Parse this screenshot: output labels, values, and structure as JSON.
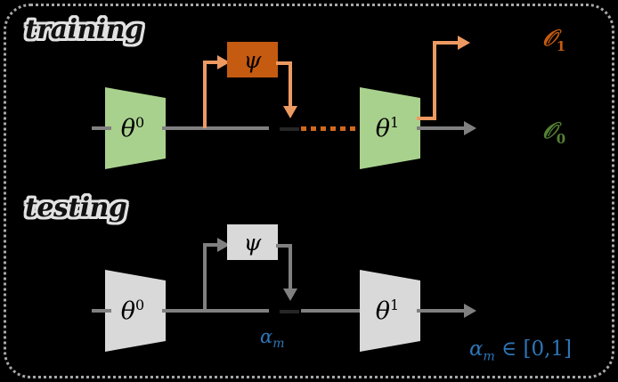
{
  "figure": {
    "background_color": "#000000",
    "frame_color": "#a8a8a8"
  },
  "colors": {
    "green_block": "#a9d18e",
    "gray_block": "#d9d9d9",
    "orange_block": "#c55a11",
    "orange_line": "#ed9a62",
    "orange_dotted": "#d2691e",
    "gray_line": "#808080",
    "dark_dash": "#262626",
    "output_orange": "#c55a11",
    "output_green": "#548235",
    "blue_label": "#2e75b6"
  },
  "training": {
    "title": "training",
    "encoder_label": "θ",
    "encoder_sup": "0",
    "psi_label": "ψ",
    "decoder_label": "θ",
    "decoder_sup": "1",
    "output_top_symbol": "𝒪",
    "output_top_sub": "1",
    "output_bottom_symbol": "𝒪",
    "output_bottom_sub": "0"
  },
  "testing": {
    "title": "testing",
    "encoder_label": "θ",
    "encoder_sup": "0",
    "psi_label": "ψ",
    "decoder_label": "θ",
    "decoder_sup": "1",
    "alpha_symbol": "α",
    "alpha_sub": "m",
    "range_symbol": "α",
    "range_sub": "m",
    "range_text": " ∈ [0,1]"
  }
}
